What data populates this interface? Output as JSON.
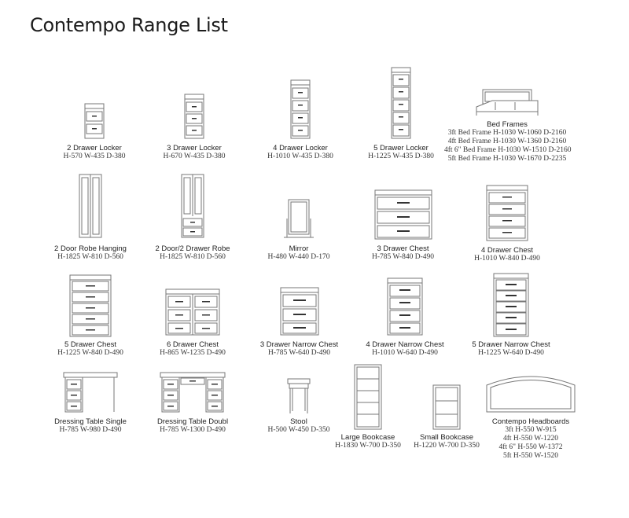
{
  "title": "Contempo Range List",
  "items": [
    {
      "name": "2 Drawer Locker",
      "dims": "H-570 W-435 D-380"
    },
    {
      "name": "3 Drawer Locker",
      "dims": "H-670 W-435 D-380"
    },
    {
      "name": "4 Drawer Locker",
      "dims": "H-1010 W-435 D-380"
    },
    {
      "name": "5 Drawer Locker",
      "dims": "H-1225 W-435 D-380"
    },
    {
      "name": "Bed Frames",
      "lines": [
        "3ft Bed Frame H-1030 W-1060 D-2160",
        "4ft Bed Frame H-1030 W-1360 D-2160",
        "4ft 6\" Bed Frame H-1030 W-1510 D-2160",
        "5ft Bed Frame H-1030 W-1670 D-2235"
      ]
    },
    {
      "name": "2 Door Robe Hanging",
      "dims": "H-1825 W-810 D-560"
    },
    {
      "name": "2 Door/2 Drawer Robe",
      "dims": "H-1825 W-810 D-560"
    },
    {
      "name": "Mirror",
      "dims": "H-480 W-440 D-170"
    },
    {
      "name": "3 Drawer Chest",
      "dims": "H-785 W-840 D-490"
    },
    {
      "name": "4 Drawer Chest",
      "dims": "H-1010 W-840 D-490"
    },
    {
      "name": "5 Drawer Chest",
      "dims": "H-1225 W-840 D-490"
    },
    {
      "name": "6 Drawer Chest",
      "dims": "H-865 W-1235 D-490"
    },
    {
      "name": "3 Drawer Narrow Chest",
      "dims": "H-785 W-640 D-490"
    },
    {
      "name": "4 Drawer Narrow Chest",
      "dims": "H-1010 W-640 D-490"
    },
    {
      "name": "5 Drawer Narrow Chest",
      "dims": "H-1225 W-640 D-490"
    },
    {
      "name": "Dressing Table Single",
      "dims": "H-785 W-980 D-490"
    },
    {
      "name": "Dressing Table Doubl",
      "dims": "H-785 W-1300 D-490"
    },
    {
      "name": "Stool",
      "dims": "H-500 W-450 D-350"
    },
    {
      "name": "Large Bookcase",
      "dims": "H-1830 W-700 D-350"
    },
    {
      "name": "Small Bookcase",
      "dims": "H-1220 W-700 D-350"
    },
    {
      "name": "Contempo Headboards",
      "lines": [
        "3ft H-550 W-915",
        "4ft H-550 W-1220",
        "4ft 6\" H-550 W-1372",
        "5ft H-550 W-1520"
      ]
    }
  ]
}
